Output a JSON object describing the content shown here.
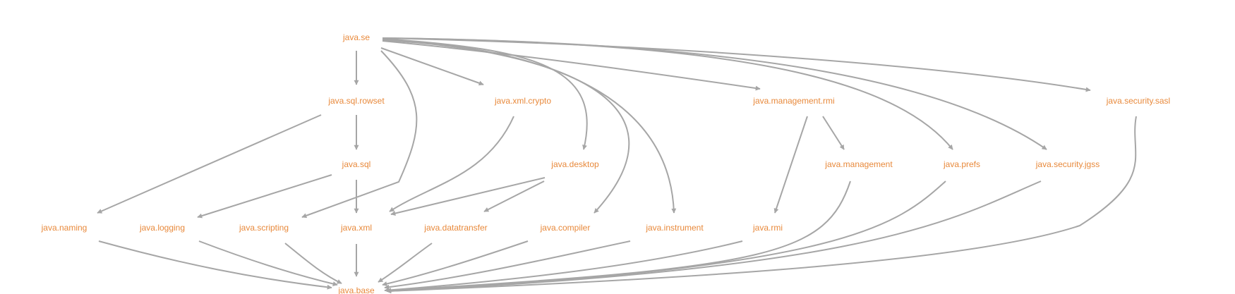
{
  "diagram": {
    "nodes": {
      "java_se": "java.se",
      "java_sql_rowset": "java.sql.rowset",
      "java_xml_crypto": "java.xml.crypto",
      "java_management_rmi": "java.management.rmi",
      "java_security_sasl": "java.security.sasl",
      "java_sql": "java.sql",
      "java_desktop": "java.desktop",
      "java_management": "java.management",
      "java_prefs": "java.prefs",
      "java_security_jgss": "java.security.jgss",
      "java_naming": "java.naming",
      "java_logging": "java.logging",
      "java_scripting": "java.scripting",
      "java_xml": "java.xml",
      "java_datatransfer": "java.datatransfer",
      "java_compiler": "java.compiler",
      "java_instrument": "java.instrument",
      "java_rmi": "java.rmi",
      "java_base": "java.base"
    },
    "edges": [
      [
        "java_se",
        "java_sql_rowset"
      ],
      [
        "java_se",
        "java_xml_crypto"
      ],
      [
        "java_se",
        "java_management_rmi"
      ],
      [
        "java_se",
        "java_security_sasl"
      ],
      [
        "java_se",
        "java_desktop"
      ],
      [
        "java_se",
        "java_prefs"
      ],
      [
        "java_se",
        "java_security_jgss"
      ],
      [
        "java_se",
        "java_scripting"
      ],
      [
        "java_se",
        "java_compiler"
      ],
      [
        "java_se",
        "java_instrument"
      ],
      [
        "java_sql_rowset",
        "java_sql"
      ],
      [
        "java_sql_rowset",
        "java_naming"
      ],
      [
        "java_sql",
        "java_logging"
      ],
      [
        "java_sql",
        "java_xml"
      ],
      [
        "java_xml_crypto",
        "java_xml"
      ],
      [
        "java_desktop",
        "java_xml"
      ],
      [
        "java_desktop",
        "java_datatransfer"
      ],
      [
        "java_management_rmi",
        "java_management"
      ],
      [
        "java_management_rmi",
        "java_rmi"
      ],
      [
        "java_naming",
        "java_base"
      ],
      [
        "java_logging",
        "java_base"
      ],
      [
        "java_scripting",
        "java_base"
      ],
      [
        "java_xml",
        "java_base"
      ],
      [
        "java_datatransfer",
        "java_base"
      ],
      [
        "java_compiler",
        "java_base"
      ],
      [
        "java_instrument",
        "java_base"
      ],
      [
        "java_rmi",
        "java_base"
      ],
      [
        "java_management",
        "java_base"
      ],
      [
        "java_prefs",
        "java_base"
      ],
      [
        "java_security_jgss",
        "java_base"
      ],
      [
        "java_security_sasl",
        "java_base"
      ]
    ],
    "colors": {
      "label": "#e8893b",
      "edge": "#a6a6a6",
      "background": "#ffffff"
    }
  }
}
